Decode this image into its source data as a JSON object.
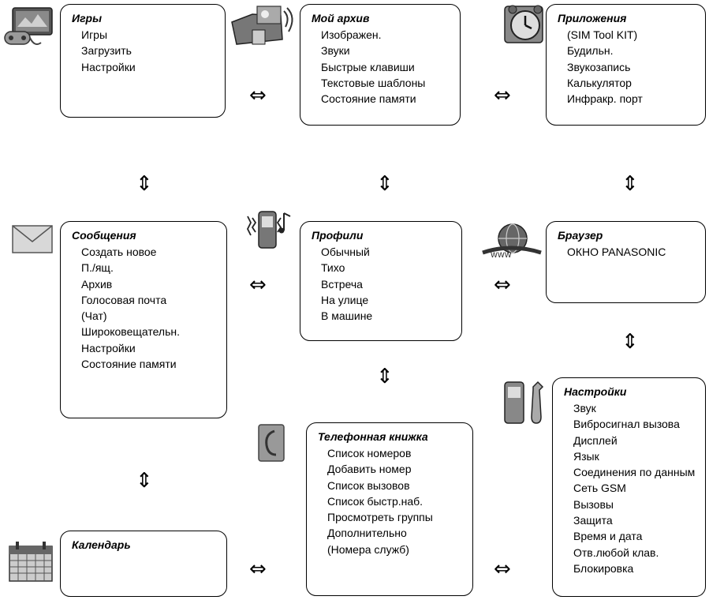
{
  "menus": {
    "games": {
      "title": "Игры",
      "items": [
        "Игры",
        "Загрузить",
        "Настройки"
      ]
    },
    "archive": {
      "title": "Мой архив",
      "items": [
        "Изображен.",
        "Звуки",
        "Быстрые клавиши",
        "Текстовые шаблоны",
        "Состояние памяти"
      ]
    },
    "apps": {
      "title": "Приложения",
      "items": [
        "(SIM Tool KIT)",
        "Будильн.",
        "Звукозапись",
        "Калькулятор",
        "Инфракр. порт"
      ]
    },
    "messages": {
      "title": "Сообщения",
      "items": [
        "Создать новое",
        "П./ящ.",
        "Архив",
        "Голосовая почта",
        "(Чат)",
        "Широковещательн.",
        "Настройки",
        "Состояние памяти"
      ]
    },
    "profiles": {
      "title": "Профили",
      "items": [
        "Обычный",
        "Тихо",
        "Встреча",
        "На улице",
        "В машине"
      ]
    },
    "browser": {
      "title": "Браузер",
      "items": [
        "ОКНО PANASONIC"
      ]
    },
    "settings": {
      "title": "Настройки",
      "items": [
        "Звук",
        "Вибросигнал вызова",
        "Дисплей",
        "Язык",
        "Соединения по данным",
        "Сеть GSM",
        "Вызовы",
        "Защита",
        "Время и дата",
        "Отв.любой клав.",
        "Блокировка"
      ]
    },
    "phonebook": {
      "title": "Телефонная книжка",
      "items": [
        "Список номеров",
        "Добавить номер",
        "Список вызовов",
        "Список быстр.наб.",
        "Просмотреть группы",
        "Дополнительно",
        "(Номера служб)"
      ]
    },
    "calendar": {
      "title": "Календарь",
      "items": []
    }
  },
  "icons": {
    "games": "game-console-icon",
    "archive": "folder-media-icon",
    "apps": "alarm-clock-icon",
    "messages": "envelope-icon",
    "profiles": "vibrating-phone-icon",
    "browser": "globe-icon",
    "settings": "phone-wrench-icon",
    "phonebook": "handset-icon",
    "calendar": "calendar-icon"
  },
  "arrows": {
    "horizontal": "⇔",
    "vertical": "⇕"
  }
}
